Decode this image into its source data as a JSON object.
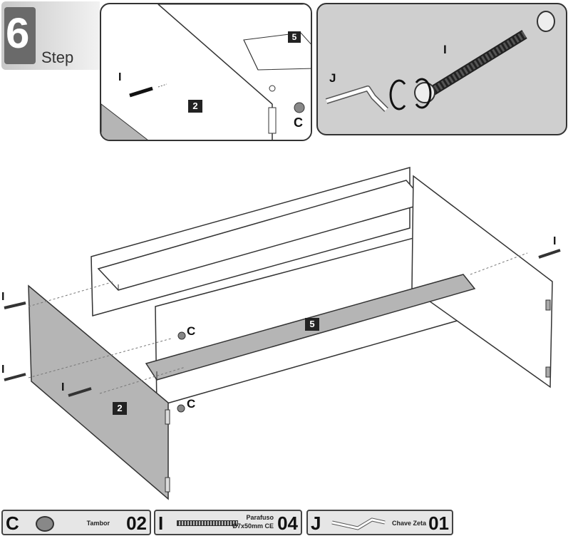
{
  "step": {
    "number": "6",
    "label": "Step"
  },
  "callouts": {
    "part_2": "2",
    "part_5": "5",
    "hardware_c": "C",
    "hardware_i": "I",
    "hardware_j": "J"
  },
  "legend": [
    {
      "letter": "C",
      "name": "Tambor",
      "name_line2": "",
      "qty": "02",
      "icon": "cam-lock-icon"
    },
    {
      "letter": "I",
      "name": "Parafuso",
      "name_line2": "Ø7x50mm CE",
      "qty": "04",
      "icon": "screw-icon"
    },
    {
      "letter": "J",
      "name": "Chave Zeta",
      "name_line2": "",
      "qty": "01",
      "icon": "allen-key-icon"
    }
  ],
  "colors": {
    "panel_gray": "#b5b5b5",
    "panel_white": "#ffffff",
    "frame_gray": "#cfcfcf",
    "ink": "#222222"
  }
}
